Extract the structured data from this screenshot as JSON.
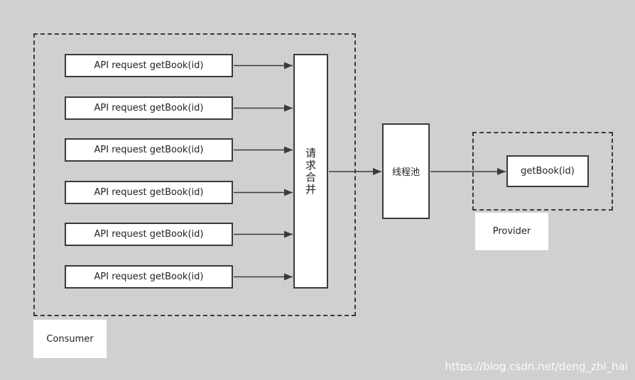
{
  "consumer": {
    "label": "Consumer",
    "requests": [
      "API request getBook(id)",
      "API request getBook(id)",
      "API request getBook(id)",
      "API request getBook(id)",
      "API request getBook(id)",
      "API request getBook(id)"
    ],
    "merge_label": "请求合并"
  },
  "thread_pool": {
    "label": "线程池"
  },
  "provider": {
    "label": "Provider",
    "method": "getBook(id)"
  },
  "watermark": "https://blog.csdn.net/deng_zhi_hai"
}
